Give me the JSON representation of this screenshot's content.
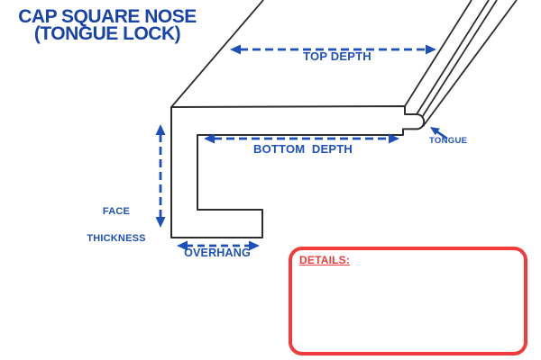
{
  "title": {
    "line1": "CAP SQUARE NOSE",
    "line2": "(TONGUE LOCK)"
  },
  "diagram": {
    "labels": {
      "top_depth": "TOP DEPTH",
      "bottom_depth": "BOTTOM  DEPTH",
      "face_thickness_line1": "FACE",
      "face_thickness_line2": "THICKNESS",
      "overhang": "OVERHANG",
      "tongue": "TONGUE"
    }
  },
  "details_box": {
    "heading": "DETAILS:"
  },
  "colors": {
    "title_blue": "#1843A8",
    "accent_blue": "#1E50BC",
    "profile_outline": "#2D2D2D",
    "details_red": "#F23B3B",
    "background": "#FFFFFF"
  }
}
